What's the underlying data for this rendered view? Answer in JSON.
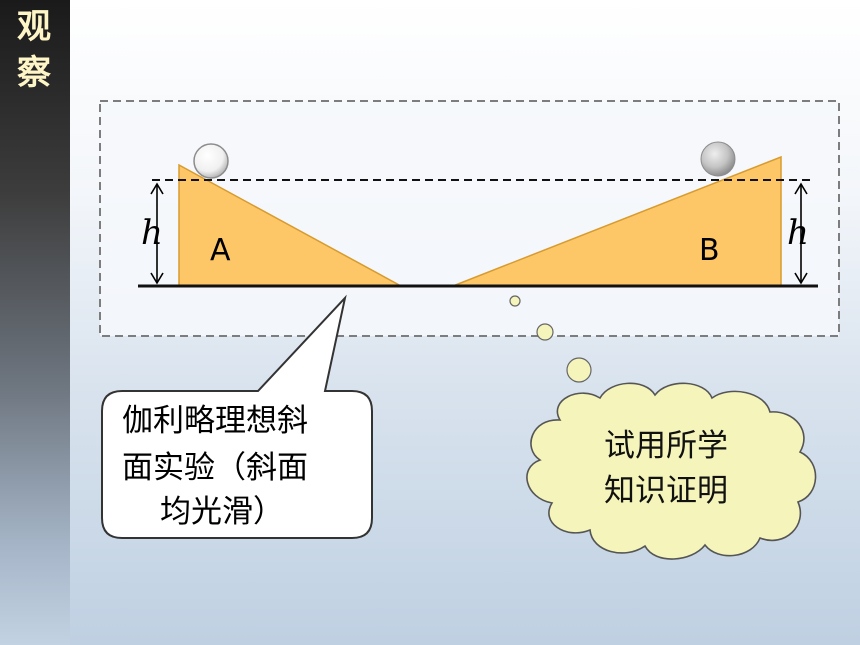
{
  "sidebar": {
    "title_line1": "观",
    "title_line2": "察"
  },
  "diagram": {
    "height_label_left": "h",
    "height_label_right": "h",
    "ramp_left_label": "A",
    "ramp_right_label": "B"
  },
  "callout": {
    "line1": "伽利略理想斜",
    "line2": "面实验（斜面",
    "line3": "均光滑）"
  },
  "thought_cloud": {
    "line1": "试用所学",
    "line2": "知识证明"
  },
  "colors": {
    "ramp_fill": "#fdc768",
    "cloud_fill": "#f4f4bb",
    "accent_title": "#fff6c8"
  }
}
